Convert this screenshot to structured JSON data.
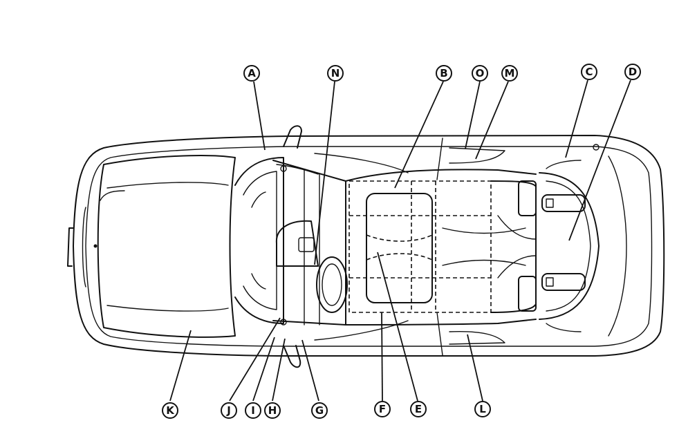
{
  "callouts": [
    {
      "id": "A",
      "label": "A"
    },
    {
      "id": "N",
      "label": "N"
    },
    {
      "id": "B",
      "label": "B"
    },
    {
      "id": "O",
      "label": "O"
    },
    {
      "id": "M",
      "label": "M"
    },
    {
      "id": "C",
      "label": "C"
    },
    {
      "id": "D",
      "label": "D"
    },
    {
      "id": "K",
      "label": "K"
    },
    {
      "id": "J",
      "label": "J"
    },
    {
      "id": "I",
      "label": "I"
    },
    {
      "id": "H",
      "label": "H"
    },
    {
      "id": "G",
      "label": "G"
    },
    {
      "id": "F",
      "label": "F"
    },
    {
      "id": "E",
      "label": "E"
    },
    {
      "id": "L",
      "label": "L"
    }
  ]
}
